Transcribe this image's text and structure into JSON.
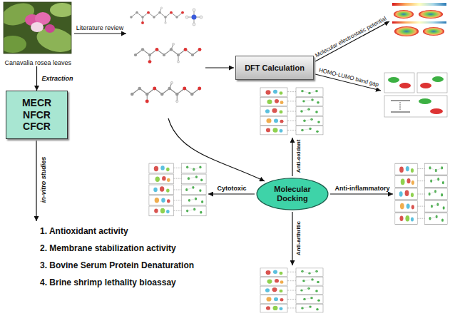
{
  "diagram": {
    "nodes": [
      {
        "text": [
          "Canavalia rosea leaves"
        ]
      },
      {
        "text": [
          "MECR NFCR CFCR"
        ]
      },
      {
        "text": [
          "DFT Calculation"
        ]
      },
      {
        "text": [
          "Molecular Docking"
        ]
      }
    ],
    "edges": [
      {
        "from": 0,
        "to": 1,
        "label": "Extraction",
        "arrow": "to"
      }
    ],
    "labels": [
      "Literature review",
      "in-vitro studies",
      "1. Antioxidant activity",
      "2. Membrane stabilization activity",
      "3. Bovine Serum Protein Denaturation",
      "4. Brine shrimp lethality bioassay",
      "Molecular electrostatic potential",
      "HOMO-LUMO band gap",
      "Anti-oxidant",
      "Cytotoxic",
      "Anti-inflammatory",
      "Anti-arthritic"
    ]
  }
}
